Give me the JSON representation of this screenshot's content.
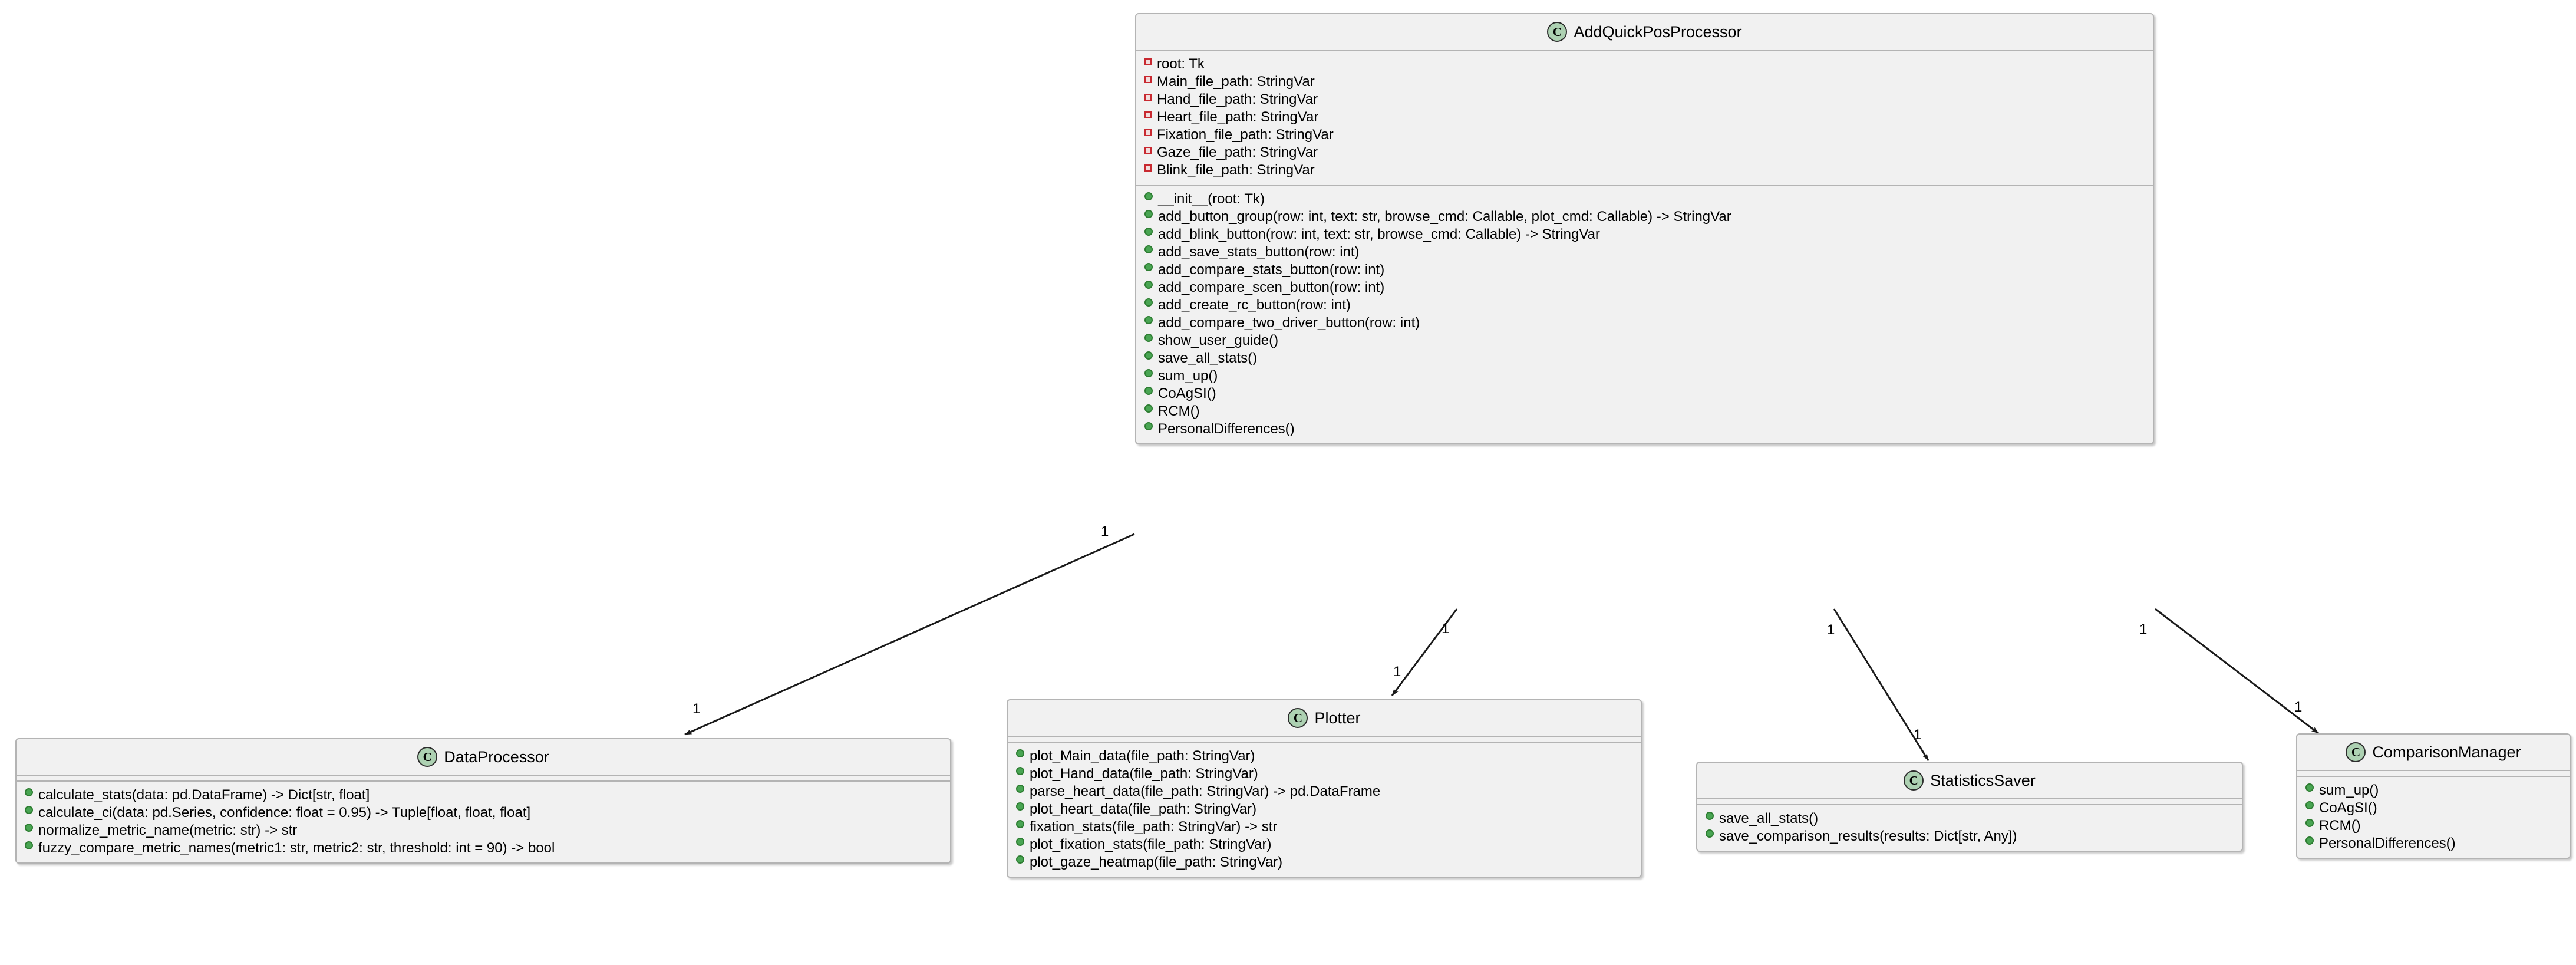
{
  "diagram": {
    "type": "uml-class-diagram",
    "background": "#FFFFFF",
    "class_icon_color": "#ADD1B2",
    "box_fill": "#F1F1F1",
    "box_border": "#B4B4B4",
    "private_marker_color": "#C82930",
    "public_marker_color": "#49A553"
  },
  "classes": {
    "add_quick_pos_processor": {
      "name": "AddQuickPosProcessor",
      "icon": "class-circle-icon",
      "fields": [
        "root: Tk",
        "Main_file_path: StringVar",
        "Hand_file_path: StringVar",
        "Heart_file_path: StringVar",
        "Fixation_file_path: StringVar",
        "Gaze_file_path: StringVar",
        "Blink_file_path: StringVar"
      ],
      "methods": [
        "__init__(root: Tk)",
        "add_button_group(row: int, text: str, browse_cmd: Callable, plot_cmd: Callable) -> StringVar",
        "add_blink_button(row: int, text: str, browse_cmd: Callable) -> StringVar",
        "add_save_stats_button(row: int)",
        "add_compare_stats_button(row: int)",
        "add_compare_scen_button(row: int)",
        "add_create_rc_button(row: int)",
        "add_compare_two_driver_button(row: int)",
        "show_user_guide()",
        "save_all_stats()",
        "sum_up()",
        "CoAgSI()",
        "RCM()",
        "PersonalDifferences()"
      ]
    },
    "data_processor": {
      "name": "DataProcessor",
      "icon": "class-circle-icon",
      "fields": [],
      "methods": [
        "calculate_stats(data: pd.DataFrame) -> Dict[str, float]",
        "calculate_ci(data: pd.Series, confidence: float = 0.95) -> Tuple[float, float, float]",
        "normalize_metric_name(metric: str) -> str",
        "fuzzy_compare_metric_names(metric1: str, metric2: str, threshold: int = 90) -> bool"
      ]
    },
    "plotter": {
      "name": "Plotter",
      "icon": "class-circle-icon",
      "fields": [],
      "methods": [
        "plot_Main_data(file_path: StringVar)",
        "plot_Hand_data(file_path: StringVar)",
        "parse_heart_data(file_path: StringVar) -> pd.DataFrame",
        "plot_heart_data(file_path: StringVar)",
        "fixation_stats(file_path: StringVar) -> str",
        "plot_fixation_stats(file_path: StringVar)",
        "plot_gaze_heatmap(file_path: StringVar)"
      ]
    },
    "statistics_saver": {
      "name": "StatisticsSaver",
      "icon": "class-circle-icon",
      "fields": [],
      "methods": [
        "save_all_stats()",
        "save_comparison_results(results: Dict[str, Any])"
      ]
    },
    "comparison_manager": {
      "name": "ComparisonManager",
      "icon": "class-circle-icon",
      "fields": [],
      "methods": [
        "sum_up()",
        "CoAgSI()",
        "RCM()",
        "PersonalDifferences()"
      ]
    }
  },
  "relationships": [
    {
      "from": "AddQuickPosProcessor",
      "to": "DataProcessor",
      "source_multiplicity": "1",
      "target_multiplicity": "1",
      "arrow": "open-arrow"
    },
    {
      "from": "AddQuickPosProcessor",
      "to": "Plotter",
      "source_multiplicity": "1",
      "target_multiplicity": "1",
      "arrow": "open-arrow"
    },
    {
      "from": "AddQuickPosProcessor",
      "to": "StatisticsSaver",
      "source_multiplicity": "1",
      "target_multiplicity": "1",
      "arrow": "open-arrow"
    },
    {
      "from": "AddQuickPosProcessor",
      "to": "ComparisonManager",
      "source_multiplicity": "1",
      "target_multiplicity": "1",
      "arrow": "open-arrow"
    }
  ]
}
